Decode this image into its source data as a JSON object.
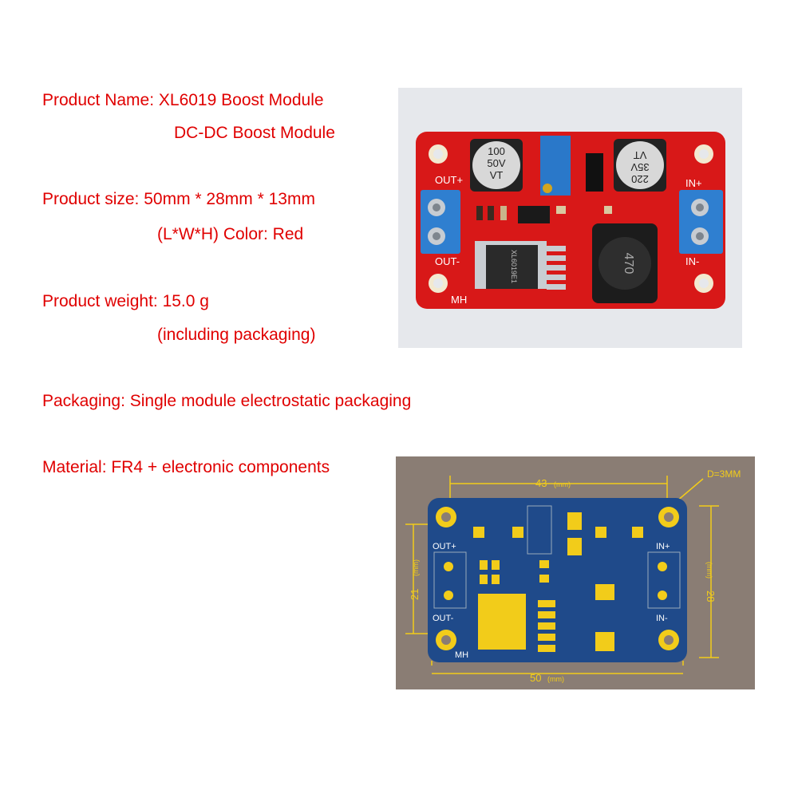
{
  "specs": {
    "product_name": "Product Name: XL6019 Boost Module",
    "product_name_cont": "DC-DC Boost Module",
    "product_size": "Product size: 50mm * 28mm * 13mm",
    "product_size_cont": "(L*W*H) Color: Red",
    "product_weight": "Product weight: 15.0 g",
    "product_weight_cont": "(including packaging)",
    "packaging": "Packaging: Single module electrostatic packaging",
    "material": "Material: FR4 + electronic components"
  },
  "board_photo": {
    "out_plus": "OUT+",
    "out_minus": "OUT-",
    "in_plus": "IN+",
    "in_minus": "IN-",
    "mh": "MH",
    "cap1_line1": "100",
    "cap1_line2": "50V",
    "cap1_line3": "VT",
    "cap2_line1": "220",
    "cap2_line2": "35V",
    "cap2_line3": "VT",
    "inductor": "470",
    "chip": "XL6019E1"
  },
  "pcb_drawing": {
    "dim_top": "43",
    "dim_bottom": "50",
    "dim_left": "21",
    "dim_right": "28",
    "unit": "(mm)",
    "hole": "D=3MM",
    "out_plus": "OUT+",
    "out_minus": "OUT-",
    "in_plus": "IN+",
    "in_minus": "IN-",
    "mh": "MH"
  },
  "colors": {
    "spec_text": "#e00000",
    "board_red": "#d81818",
    "pcb_blue": "#1f4a8a",
    "pad_yellow": "#f2cc1a",
    "drawing_bg": "#8a7d74"
  }
}
